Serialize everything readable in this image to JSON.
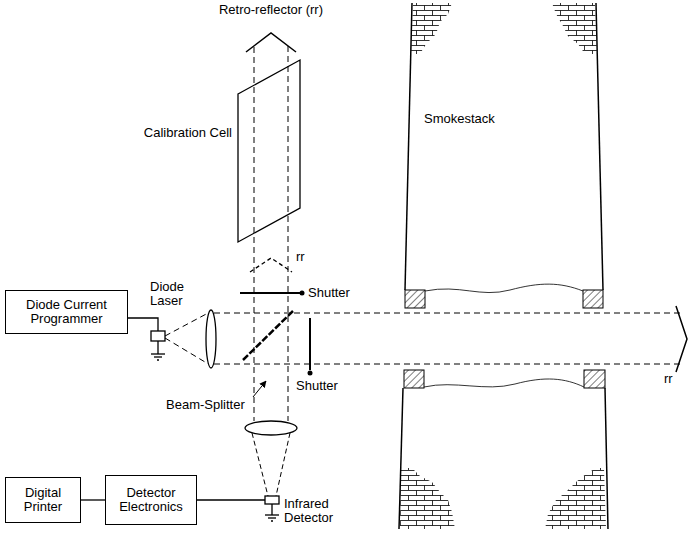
{
  "diagram": {
    "nodes": [
      {
        "text": [
          "Diode Current Programmer"
        ]
      },
      {
        "text": [
          "Digital Printer"
        ]
      },
      {
        "text": [
          "Detector Electronics"
        ]
      }
    ],
    "edges": [
      {
        "from": 1,
        "to": 2,
        "arrow": "none"
      }
    ],
    "labels": [
      "Retro-reflector (rr)",
      "Calibration Cell",
      "rr",
      "Shutter",
      "Diode Laser",
      "Beam-Splitter",
      "Shutter",
      "Infrared Detector",
      "Smokestack",
      "rr"
    ]
  }
}
